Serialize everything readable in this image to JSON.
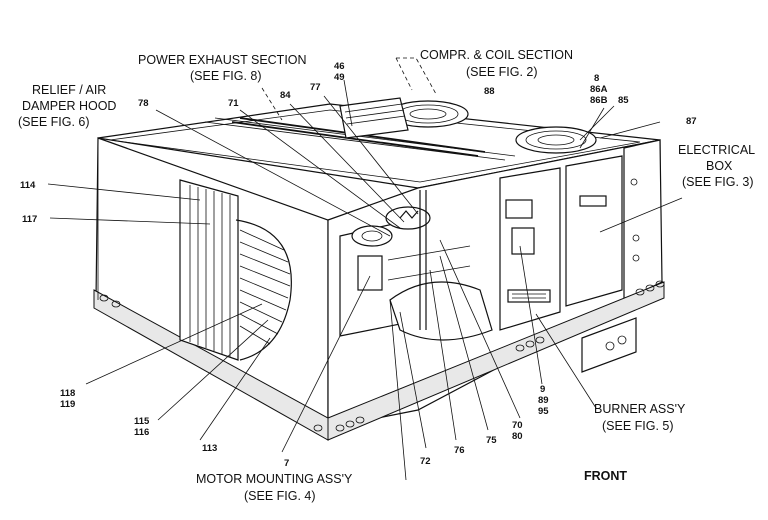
{
  "labels": {
    "power_exhaust_1": "POWER EXHAUST SECTION",
    "power_exhaust_2": "(SEE FIG. 8)",
    "compr_coil_1": "COMPR. & COIL SECTION",
    "compr_coil_2": "(SEE FIG. 2)",
    "relief_1": "RELIEF / AIR",
    "relief_2": "DAMPER HOOD",
    "relief_3": "(SEE FIG. 6)",
    "electrical_1": "ELECTRICAL",
    "electrical_2": "BOX",
    "electrical_3": "(SEE FIG. 3)",
    "burner_1": "BURNER ASS'Y",
    "burner_2": "(SEE FIG. 5)",
    "motor_1": "MOTOR MOUNTING ASS'Y",
    "motor_2": "(SEE FIG. 4)",
    "front": "FRONT"
  },
  "parts": {
    "p46": "46",
    "p49": "49",
    "p88": "88",
    "p8": "8",
    "p86a": "86A",
    "p86b": "86B",
    "p85": "85",
    "p87": "87",
    "p78": "78",
    "p71": "71",
    "p84": "84",
    "p77": "77",
    "p114": "114",
    "p117": "117",
    "p118": "118",
    "p119": "119",
    "p115": "115",
    "p116": "116",
    "p113": "113",
    "p7": "7",
    "p72": "72",
    "p76": "76",
    "p75": "75",
    "p70": "70",
    "p80": "80",
    "p9": "9",
    "p89": "89",
    "p95": "95"
  }
}
